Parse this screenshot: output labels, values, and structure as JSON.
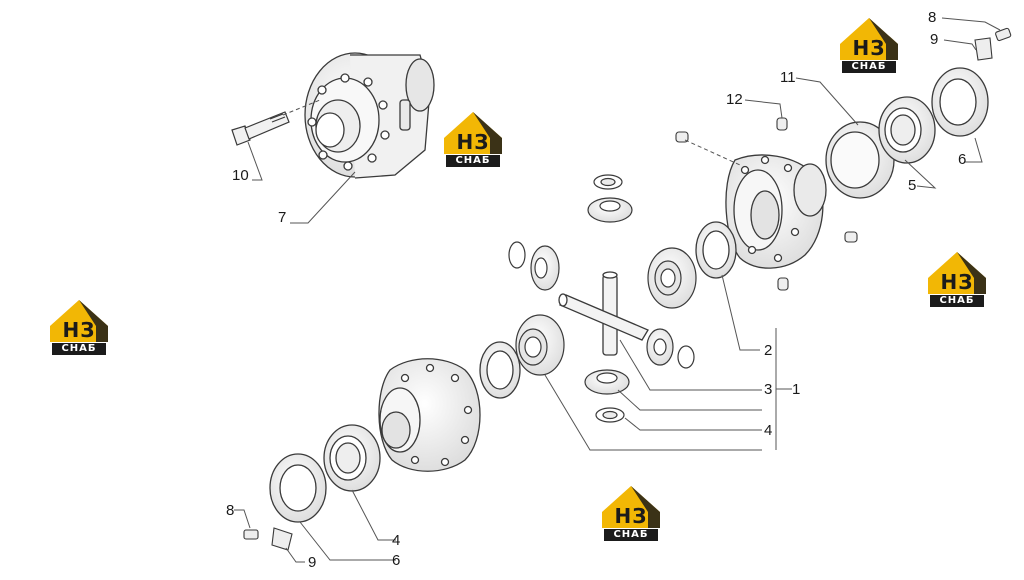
{
  "callouts": {
    "c1": "1",
    "c2": "2",
    "c3": "3",
    "c4a": "4",
    "c4b": "4",
    "c5": "5",
    "c6a": "6",
    "c6b": "6",
    "c7": "7",
    "c8a": "8",
    "c8b": "8",
    "c9a": "9",
    "c9b": "9",
    "c10": "10",
    "c11": "11",
    "c12": "12"
  },
  "watermark": {
    "line1": "НЗ",
    "line2": "СНАБ",
    "colors": {
      "house": "#f2b705",
      "text": "#1b1b1b",
      "band": "#1b1b1b"
    }
  },
  "colors": {
    "stroke": "#3a3a3a",
    "fill": "#f4f4f4",
    "leader": "#555555"
  }
}
